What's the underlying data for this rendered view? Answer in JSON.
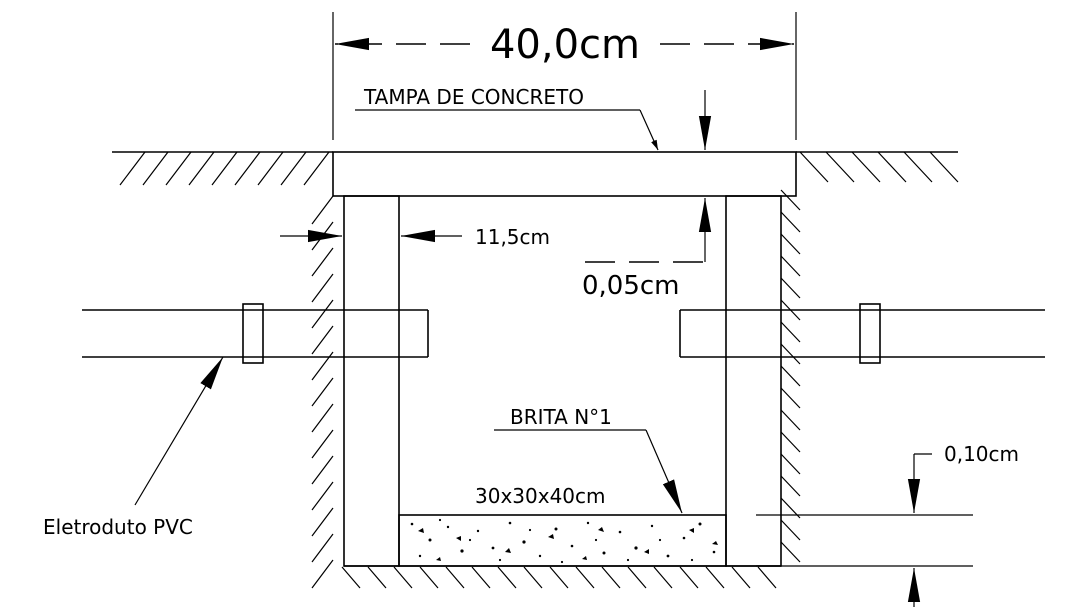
{
  "dimensions": {
    "total_width": "40,0cm",
    "wall_thickness": "11,5cm",
    "lid_gap": "0,05cm",
    "gravel_thickness": "0,10cm"
  },
  "labels": {
    "lid": "TAMPA DE CONCRETO",
    "gravel": "BRITA N°1",
    "gravel_size": "30x30x40cm",
    "conduit": "Eletroduto PVC"
  }
}
